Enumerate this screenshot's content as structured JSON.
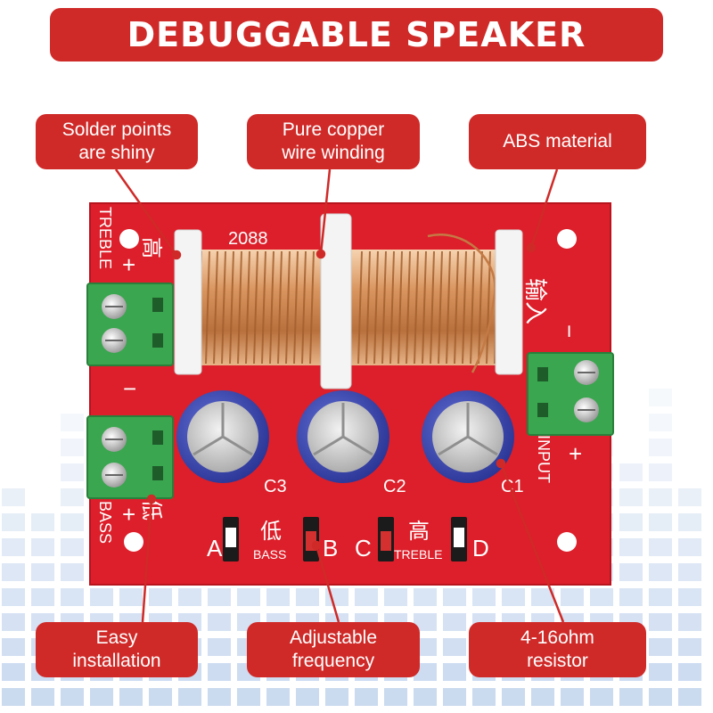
{
  "title": "DEBUGGABLE SPEAKER",
  "callouts": {
    "solder": "Solder points\nare shiny",
    "copper": "Pure copper\nwire winding",
    "abs": "ABS material",
    "install": "Easy\ninstallation",
    "frequency": "Adjustable\nfrequency",
    "resistor": "4-16ohm\nresistor"
  },
  "board": {
    "coil_code": "2088",
    "treble_label": "TREBLE",
    "treble_cn": "高",
    "bass_label": "BASS",
    "bass_cn": "低",
    "input_label": "INPUT",
    "input_cn": "输入",
    "plus": "+",
    "minus": "−",
    "cap_c1": "C1",
    "cap_c2": "C2",
    "cap_c3": "C3",
    "jumper_a": "A",
    "jumper_b": "B",
    "jumper_c": "C",
    "jumper_d": "D",
    "bass_jumper_label": "BASS",
    "treble_jumper_label": "TREBLE",
    "low_cn": "低",
    "high_cn": "高"
  },
  "colors": {
    "banner": "#cf2a28",
    "board": "#dc1f2a",
    "terminal": "#3aa64f",
    "capacitor": "#3b47b8",
    "coil": "#d08a55",
    "equalizer": "#b8cdea"
  }
}
